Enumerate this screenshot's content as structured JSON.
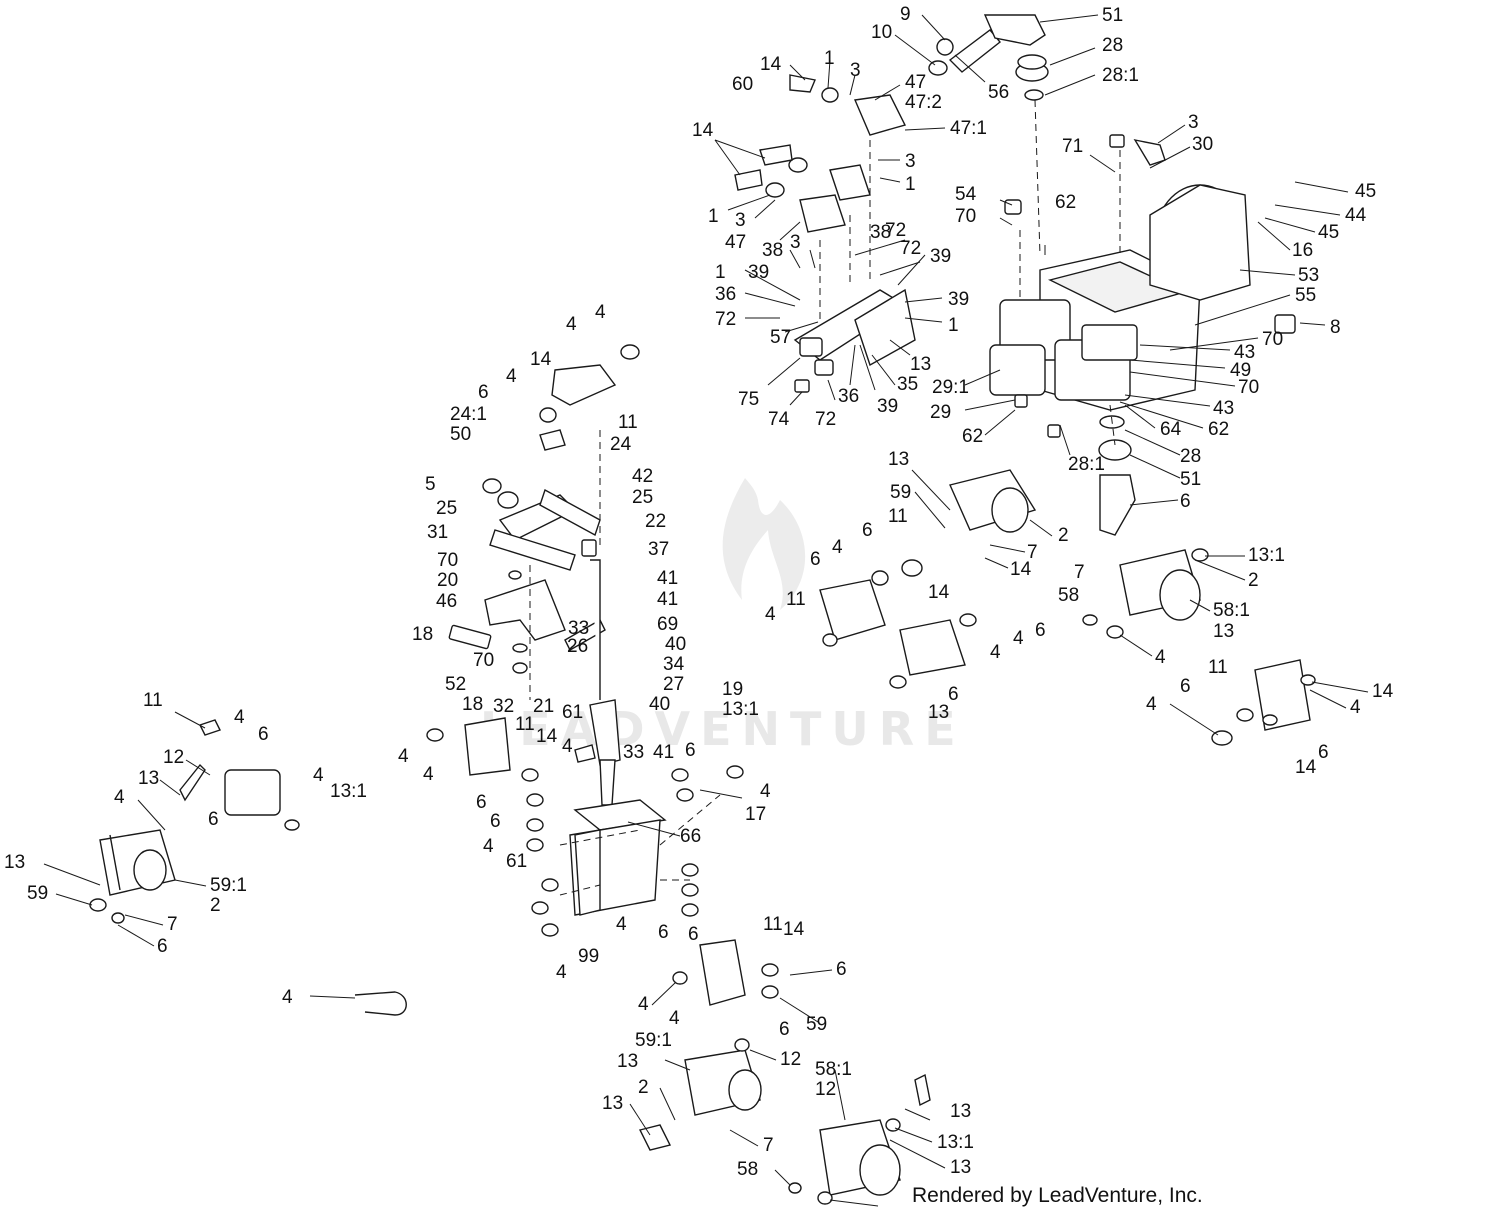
{
  "watermark": {
    "text": "LEADVENTURE",
    "logo": "leadventure-flame-logo"
  },
  "credit": "Rendered by LeadVenture, Inc.",
  "callouts": [
    "9",
    "10",
    "51",
    "28",
    "28:1",
    "56",
    "14",
    "60",
    "1",
    "3",
    "47",
    "47:2",
    "47:1",
    "14",
    "3",
    "1",
    "1",
    "3",
    "47",
    "3",
    "38",
    "39",
    "72",
    "1",
    "72",
    "39",
    "36",
    "72",
    "38",
    "39",
    "1",
    "57",
    "75",
    "74",
    "72",
    "36",
    "39",
    "35",
    "13",
    "71",
    "3",
    "30",
    "54",
    "70",
    "62",
    "45",
    "44",
    "45",
    "16",
    "53",
    "55",
    "8",
    "70",
    "43",
    "49",
    "29:1",
    "29",
    "62",
    "70",
    "43",
    "62",
    "64",
    "28:1",
    "28",
    "51",
    "6",
    "4",
    "4",
    "14",
    "6",
    "4",
    "11",
    "24",
    "24:1",
    "50",
    "5",
    "25",
    "31",
    "42",
    "25",
    "22",
    "37",
    "70",
    "20",
    "46",
    "18",
    "70",
    "52",
    "18",
    "32",
    "21",
    "33",
    "26",
    "61",
    "41",
    "41",
    "69",
    "40",
    "34",
    "27",
    "40",
    "19",
    "13:1",
    "13",
    "59",
    "2",
    "7",
    "14",
    "11",
    "6",
    "4",
    "6",
    "4",
    "11",
    "14",
    "6",
    "4",
    "4",
    "6",
    "13",
    "13:1",
    "2",
    "7",
    "58",
    "58:1",
    "13",
    "4",
    "11",
    "6",
    "14",
    "4",
    "4",
    "6",
    "14",
    "11",
    "4",
    "6",
    "12",
    "13",
    "4",
    "4",
    "6",
    "13:1",
    "13",
    "59",
    "59:1",
    "2",
    "7",
    "6",
    "4",
    "4",
    "11",
    "14",
    "4",
    "6",
    "6",
    "4",
    "61",
    "33",
    "41",
    "6",
    "4",
    "17",
    "66",
    "4",
    "6",
    "6",
    "4",
    "99",
    "4",
    "11",
    "14",
    "6",
    "4",
    "4",
    "6",
    "59",
    "59:1",
    "13",
    "12",
    "13",
    "2",
    "7",
    "58",
    "58:1",
    "12",
    "13",
    "13:1",
    "13"
  ]
}
